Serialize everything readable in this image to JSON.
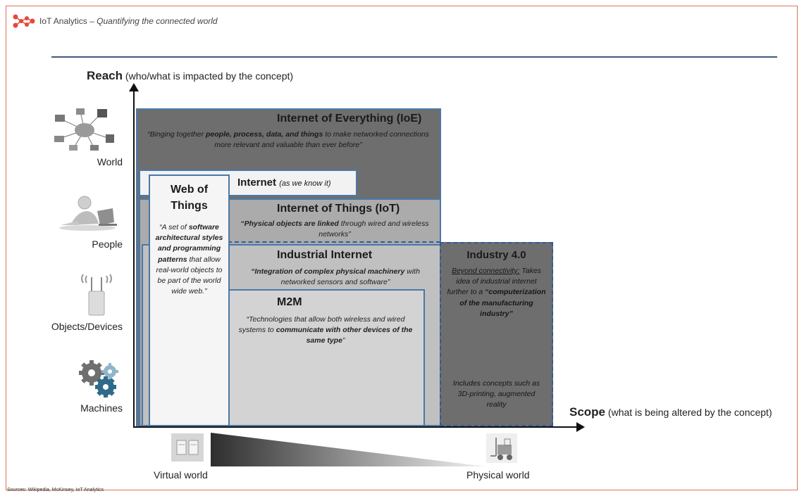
{
  "header": {
    "brand_name": "IoT Analytics",
    "brand_separator": " – ",
    "tagline": "Quantifying the connected world",
    "logo_icon": "molecule-dots-icon",
    "brand_color": "#e8473a"
  },
  "axes": {
    "y_title_bold": "Reach",
    "y_title_rest": " (who/what is impacted by the concept)",
    "x_title_bold": "Scope",
    "x_title_rest": " (what is being altered by the concept)"
  },
  "categories": [
    {
      "label": "World",
      "icon": "network-globe-icon"
    },
    {
      "label": "People",
      "icon": "person-laptop-icon"
    },
    {
      "label": "Objects/Devices",
      "icon": "wifi-router-icon"
    },
    {
      "label": "Machines",
      "icon": "gears-icon"
    }
  ],
  "concepts": {
    "ioe": {
      "title": "Internet of Everything (IoE)",
      "desc_pre": "“Binging together ",
      "desc_bold": "people, process, data, and things",
      "desc_post": " to make networked connections more relevant and valuable than ever before”"
    },
    "internet": {
      "title": "Internet",
      "subtitle": "(as we know it)"
    },
    "iot": {
      "title": "Internet of Things (IoT)",
      "desc_bold": "“Physical objects are linked",
      "desc_post": " through wired and wireless networks”"
    },
    "industrial_internet": {
      "title": "Industrial Internet",
      "desc_bold": "“Integration of complex physical machinery",
      "desc_post": " with networked sensors and software”"
    },
    "m2m": {
      "title": "M2M",
      "desc_pre": "“Technologies that allow both wireless and wired systems to ",
      "desc_bold": "communicate with other devices of the same type",
      "desc_post": "”"
    },
    "wot": {
      "title_line1": "Web of",
      "title_line2": "Things",
      "desc_pre": "“A set of ",
      "desc_bold": "software architectural styles and programming patterns",
      "desc_post": " that allow real-world objects to be part of the world wide web.”"
    },
    "industry40": {
      "title": "Industry 4.0",
      "desc_underline": "Beyond connectivity:",
      "desc_mid": " Takes idea of industrial internet further to a ",
      "desc_bold": "“computerization of the manufacturing industry”",
      "desc2": "Includes concepts such as 3D-printing, augmented reality"
    }
  },
  "bottom": {
    "virtual_label": "Virtual world",
    "physical_label": "Physical world",
    "virtual_icon": "server-rack-icon",
    "physical_icon": "forklift-icon"
  },
  "footer": {
    "sources": "Sources: Wikipedia, McKinsey, IoT Analytics"
  }
}
